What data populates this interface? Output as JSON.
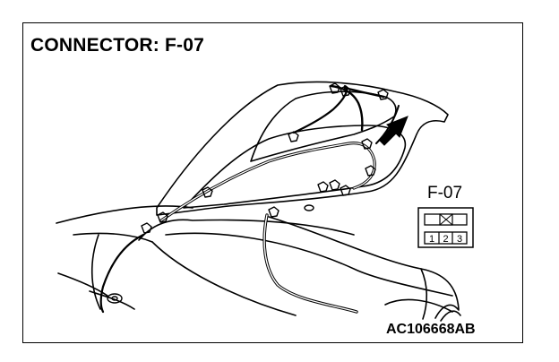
{
  "diagram": {
    "title": "CONNECTOR: F-07",
    "connector_label": "F-07",
    "pins": [
      "1",
      "2",
      "3"
    ],
    "figure_code": "AC106668AB"
  }
}
